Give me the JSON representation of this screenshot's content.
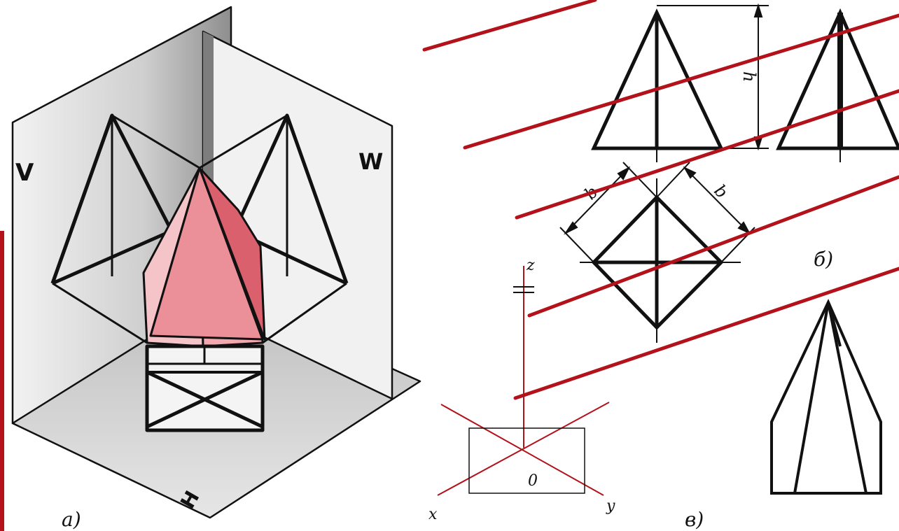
{
  "labels": {
    "plane_v": "V",
    "plane_w": "W",
    "plane_h": "H",
    "fig_a": "a)",
    "fig_b": "б)",
    "fig_v": "в)",
    "dim_h": "h",
    "dim_b_left": "b",
    "dim_b_right": "b",
    "axis_z": "z",
    "axis_x": "x",
    "axis_y": "y",
    "origin": "0"
  },
  "colors": {
    "ink": "#111111",
    "accent_red": "#b3121b",
    "pyramid_fill": "#f2a8ae",
    "plane_shade": "#9a9a9a",
    "plane_light": "#e2e2e2"
  }
}
